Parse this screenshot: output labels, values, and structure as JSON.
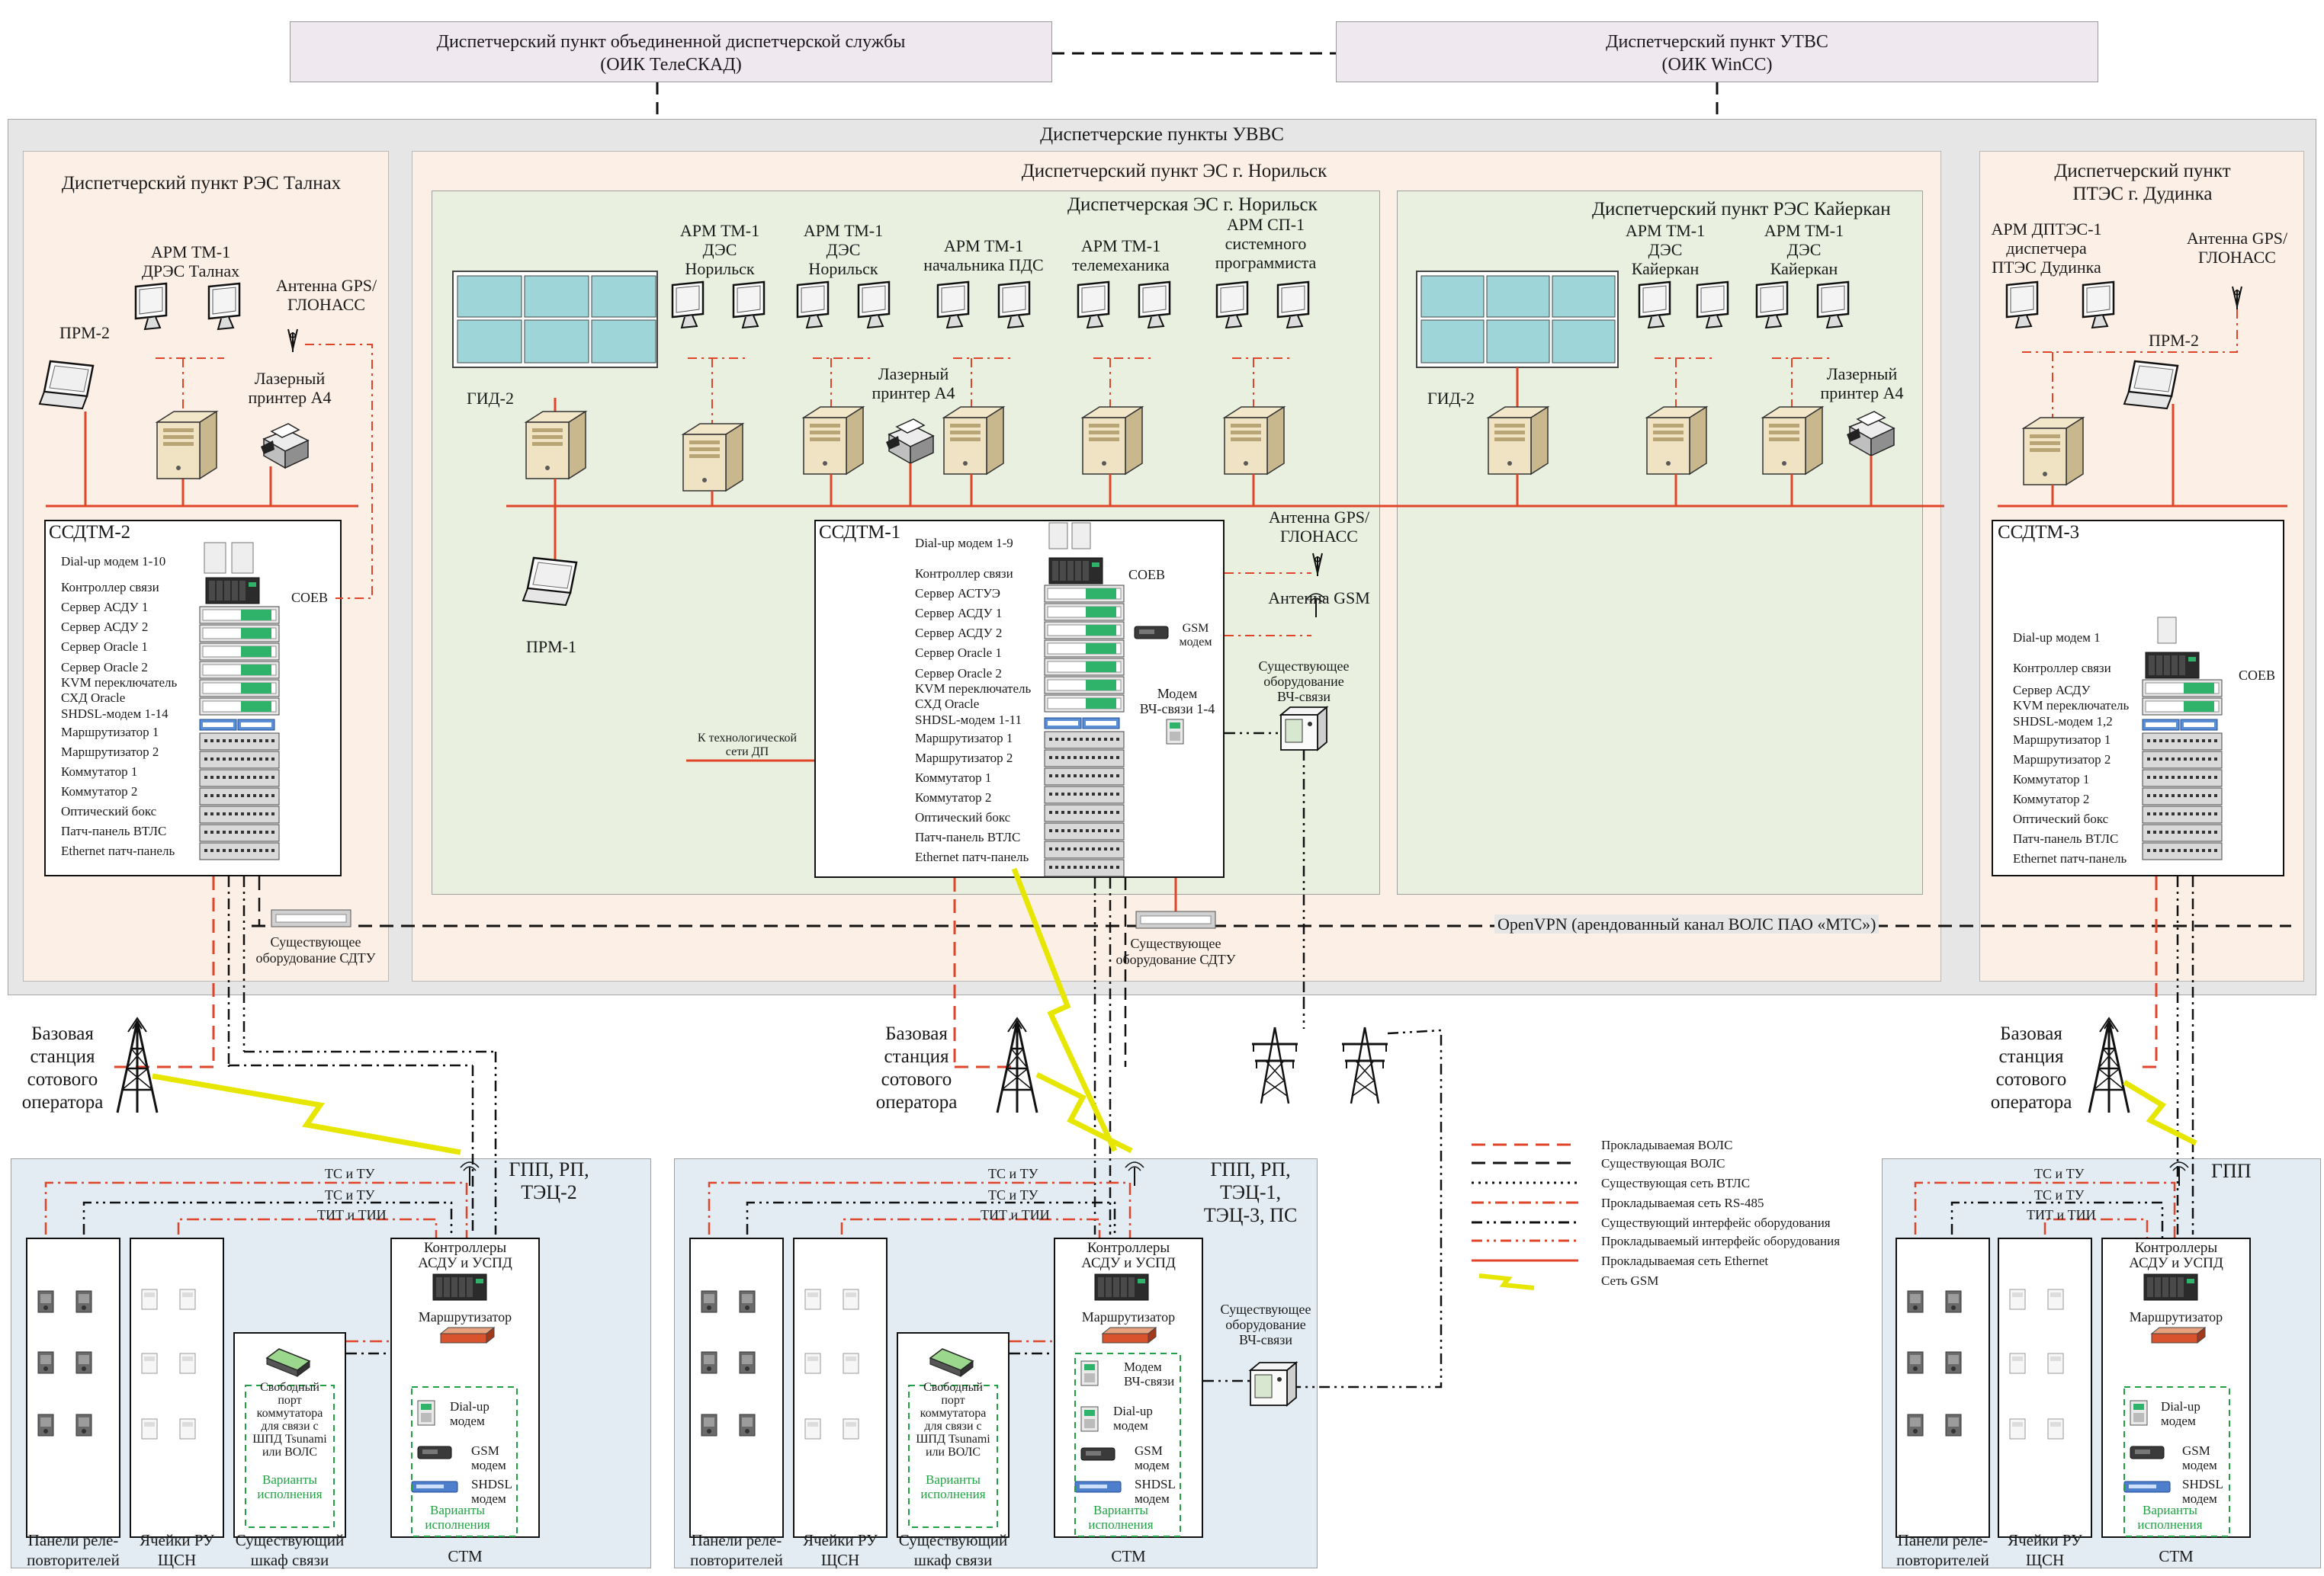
{
  "top": {
    "ojs": "Диспетчерский пункт объединенной диспетчерской службы\n(ОИК ТелеСКАД)",
    "utvs": "Диспетчерский пункт УТВС\n(ОИК WinCC)"
  },
  "uvvs_title": "Диспетчерские пункты УВВС",
  "talnakh": {
    "title": "Диспетчерский пункт РЭС Талнах",
    "arm": "АРМ ТМ-1\nДРЭС Талнах",
    "antenna": "Антенна GPS/\nГЛОНАСС",
    "prm": "ПРМ-2",
    "printer": "Лазерный\nпринтер А4",
    "rack_title": "ССДТМ-2",
    "rack_items": [
      "Dial-up модем 1-10",
      "Контроллер связи",
      "Сервер АСДУ 1",
      "Сервер АСДУ 2",
      "Сервер Oracle 1",
      "Сервер Oracle 2",
      "KVM переключатель",
      "СХД Oracle",
      "SHDSL-модем 1-14",
      "Маршрутизатор 1",
      "Маршрутизатор 2",
      "Коммутатор 1",
      "Коммутатор 2",
      "Оптический бокс",
      "Патч-панель ВТЛС",
      "Ethernet патч-панель"
    ],
    "soev": "СОЕВ",
    "sdtu": "Существующее\nоборудование СДТУ"
  },
  "norilsk": {
    "title": "Диспетчерский пункт ЭС г. Норильск",
    "sub_title": "Диспетчерская ЭС г. Норильск",
    "gid": "ГИД-2",
    "arm1": "АРМ ТМ-1\nДЭС\nНорильск",
    "arm2": "АРМ ТМ-1\nДЭС\nНорильск",
    "arm3": "АРМ ТМ-1\nначальника ПДС",
    "arm4": "АРМ ТМ-1\nтелемеханика",
    "arm5": "АРМ СП-1\nсистемного\nпрограммиста",
    "printer": "Лазерный\nпринтер А4",
    "prm": "ПРМ-1",
    "rack_title": "ССДТМ-1",
    "rack_items": [
      "Dial-up модем 1-9",
      "Контроллер связи",
      "Сервер АСТУЭ",
      "Сервер АСДУ 1",
      "Сервер АСДУ 2",
      "Сервер Oracle 1",
      "Сервер Oracle 2",
      "KVM переключатель",
      "СХД Oracle",
      "SHDSL-модем 1-11",
      "Маршрутизатор 1",
      "Маршрутизатор 2",
      "Коммутатор 1",
      "Коммутатор 2",
      "Оптический бокс",
      "Патч-панель ВТЛС",
      "Ethernet патч-панель"
    ],
    "soev": "СОЕВ",
    "gsm_modem": "GSM\nмодем",
    "vch_modem": "Модем\nВЧ-связи 1-4",
    "antenna_gps": "Антенна GPS/\nГЛОНАСС",
    "antenna_gsm": "Антенна GSM",
    "vch_existing": "Существующее\nоборудование\nВЧ-связи",
    "tech_net": "К технологической\nсети ДП",
    "sdtu": "Существующее\nоборудование СДТУ"
  },
  "kayerkan": {
    "title": "Диспетчерский пункт РЭС Кайеркан",
    "gid": "ГИД-2",
    "arm1": "АРМ ТМ-1\nДЭС\nКайеркан",
    "arm2": "АРМ ТМ-1\nДЭС\nКайеркан",
    "printer": "Лазерный\nпринтер А4"
  },
  "dudinka": {
    "title": "Диспетчерский пункт\nПТЭС г. Дудинка",
    "arm": "АРМ ДПТЭС-1\nдиспетчера\nПТЭС Дудинка",
    "antenna": "Антенна GPS/\nГЛОНАСС",
    "prm": "ПРМ-2",
    "rack_title": "ССДТМ-3",
    "rack_items": [
      "Dial-up модем 1",
      "Контроллер связи",
      "Сервер АСДУ",
      "KVM переключатель",
      "SHDSL-модем 1,2",
      "Маршрутизатор 1",
      "Маршрутизатор 2",
      "Коммутатор 1",
      "Коммутатор 2",
      "Оптический бокс",
      "Патч-панель ВТЛС",
      "Ethernet патч-панель"
    ],
    "soev": "СОЕВ"
  },
  "openvpn": "OpenVPN (арендованный канал ВОЛС ПАО «МТС»)",
  "base_station": "Базовая\nстанция\nсотового\nоператора",
  "sites": {
    "left": {
      "title": "ГПП, РП,\nТЭЦ-2"
    },
    "middle": {
      "title": "ГПП, РП,\nТЭЦ-1,\nТЭЦ-3, ПС"
    },
    "right": {
      "title": "ГПП"
    }
  },
  "site_common": {
    "ts_tu": "ТС и ТУ",
    "tit_tii": "ТИТ и ТИИ",
    "controllers": "Контроллеры\nАСДУ и УСПД",
    "router": "Маршрутизатор",
    "vch": "Модем\nВЧ-связи",
    "dialup": "Dial-up\nмодем",
    "gsm": "GSM\nмодем",
    "shdsl": "SHDSL\nмодем",
    "variants": "Варианты\nисполнения",
    "free_port": "Свободный\nпорт\nкоммутатора\nдля связи с\nШПД Tsunami\nили ВОЛС",
    "panels": "Панели реле-\nповторителей",
    "cells": "Ячейки РУ\nЩСН",
    "cabinet": "Существующий\nшкаф связи",
    "stm": "СТМ",
    "vch_existing": "Существующее\nоборудование\nВЧ-связи"
  },
  "legend": [
    {
      "label": "Прокладываемая ВОЛС",
      "color": "#e0452a",
      "style": "dash"
    },
    {
      "label": "Существующая ВОЛС",
      "color": "#111111",
      "style": "dash"
    },
    {
      "label": "Существующая сеть ВТЛС",
      "color": "#111111",
      "style": "dot"
    },
    {
      "label": "Прокладываемая сеть RS-485",
      "color": "#e0452a",
      "style": "dashdot"
    },
    {
      "label": "Существующий интерфейс оборудования",
      "color": "#111111",
      "style": "dashdotdot"
    },
    {
      "label": "Прокладываемый интерфейс оборудования",
      "color": "#e0452a",
      "style": "dashdotdot"
    },
    {
      "label": "Прокладываемая сеть Ethernet",
      "color": "#e0452a",
      "style": "solid"
    },
    {
      "label": "Сеть GSM",
      "color": "#e6e600",
      "style": "bolt"
    }
  ],
  "colors": {
    "top_box": "#efe8ef",
    "outer_bg": "#e6e6e6",
    "peach": "#fcefe6",
    "green": "#e9f0e0",
    "site_bg": "#e2ecf2",
    "red": "#e0452a",
    "gsm": "#e6e600",
    "variants_green": "#22a044"
  }
}
